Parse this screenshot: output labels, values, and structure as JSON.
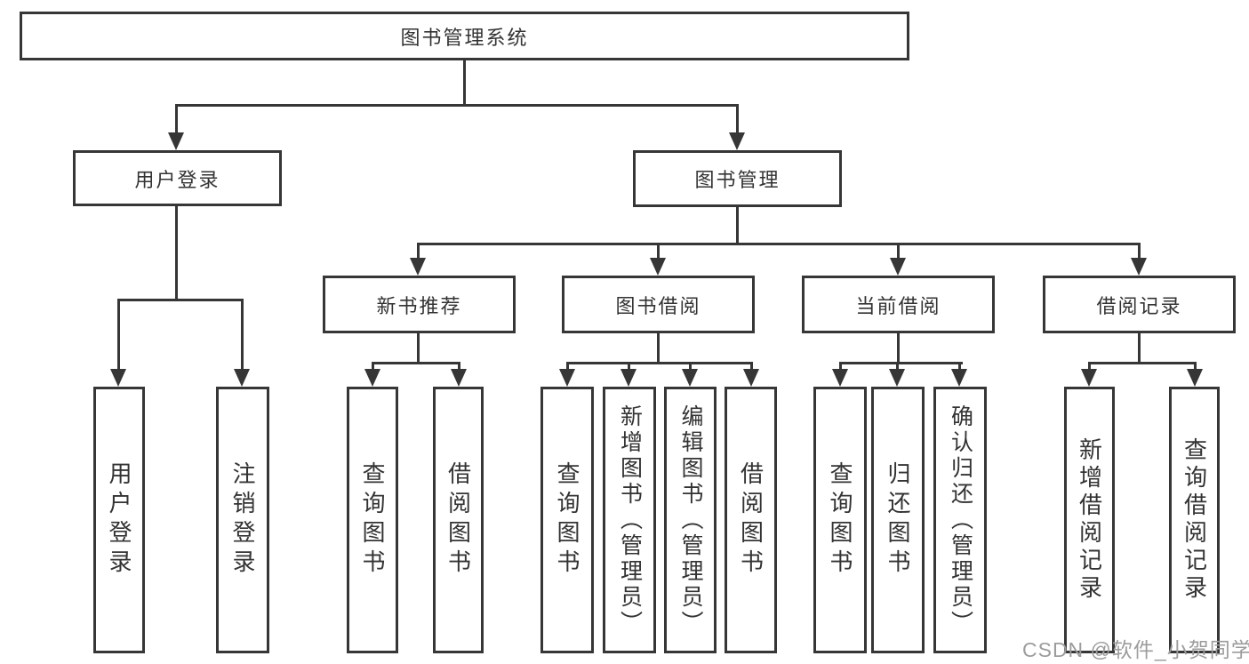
{
  "diagram": {
    "title": "图书管理系统",
    "root": {
      "label": "图书管理系统"
    },
    "branches": [
      {
        "label": "用户登录",
        "children": [
          {
            "label": "用户登录"
          },
          {
            "label": "注销登录"
          }
        ]
      },
      {
        "label": "图书管理",
        "children": [
          {
            "label": "新书推荐",
            "children": [
              {
                "label": "查询图书"
              },
              {
                "label": "借阅图书"
              }
            ]
          },
          {
            "label": "图书借阅",
            "children": [
              {
                "label": "查询图书"
              },
              {
                "label": "新增图书（管理员）"
              },
              {
                "label": "编辑图书（管理员）"
              },
              {
                "label": "借阅图书"
              }
            ]
          },
          {
            "label": "当前借阅",
            "children": [
              {
                "label": "查询图书"
              },
              {
                "label": "归还图书"
              },
              {
                "label": "确认归还（管理员）"
              }
            ]
          },
          {
            "label": "借阅记录",
            "children": [
              {
                "label": "新增借阅记录"
              },
              {
                "label": "查询借阅记录"
              }
            ]
          }
        ]
      }
    ]
  },
  "watermark": "CSDN @软件_小贺同学",
  "colors": {
    "line": "#363636",
    "box_border": "#363636",
    "text": "#333333",
    "background": "#ffffff",
    "watermark": "#9c9c9c"
  }
}
